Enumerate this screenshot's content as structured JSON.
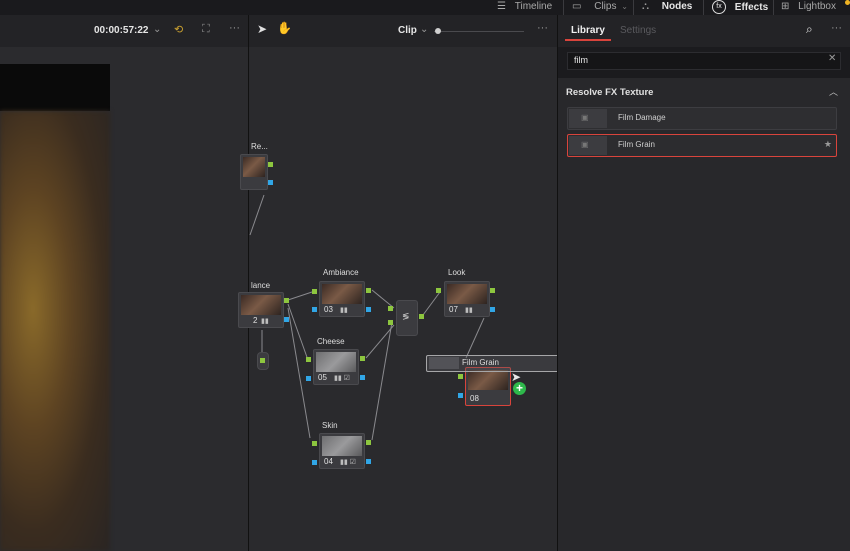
{
  "top_nav": {
    "timeline": "Timeline",
    "clips": "Clips",
    "nodes": "Nodes",
    "effects": "Effects",
    "lightbox": "Lightbox"
  },
  "viewer": {
    "timecode": "00:00:57:22"
  },
  "node_editor": {
    "mode_label": "Clip",
    "nodes": [
      {
        "label": "Re...",
        "number": ""
      },
      {
        "label": "lance",
        "number": "2"
      },
      {
        "label": "Ambiance",
        "number": "03"
      },
      {
        "label": "Cheese",
        "number": "05"
      },
      {
        "label": "Skin",
        "number": "04"
      },
      {
        "label": "Look",
        "number": "07"
      },
      {
        "label": "",
        "number": "08"
      }
    ]
  },
  "library": {
    "tab_library": "Library",
    "tab_settings": "Settings",
    "search_value": "film",
    "section_title": "Resolve FX Texture",
    "items": [
      {
        "label": "Film Damage"
      },
      {
        "label": "Film Grain"
      }
    ],
    "dragging_label": "Film Grain"
  },
  "colors": {
    "accent_red": "#d9443c",
    "port_green": "#8dc63f",
    "port_blue": "#31a6e6",
    "add_green": "#2eb84b"
  }
}
